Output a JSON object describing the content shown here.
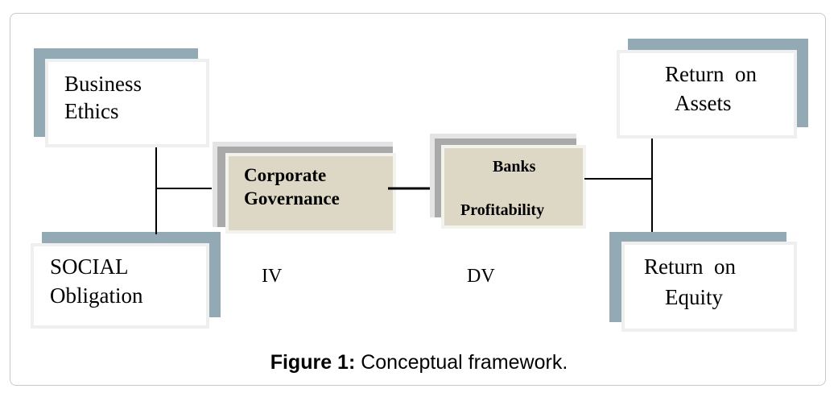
{
  "boxes": {
    "business_ethics": {
      "line1": "Business",
      "line2": "Ethics"
    },
    "social_obligation": {
      "line1": "SOCIAL",
      "line2": "Obligation"
    },
    "corporate_governance": {
      "line1": "Corporate",
      "line2": "Governance"
    },
    "banks_profitability": {
      "line1": "Banks",
      "line2": "Profitability"
    },
    "return_on_assets": {
      "line1": "Return  on",
      "line2": "Assets"
    },
    "return_on_equity": {
      "line1": "Return  on",
      "line2": "Equity"
    }
  },
  "labels": {
    "iv": "IV",
    "dv": "DV"
  },
  "caption": {
    "prefix": "Figure 1:",
    "text": " Conceptual framework."
  },
  "colors": {
    "shadow_blue": "#93aab4",
    "box_beige": "#ddd8c6",
    "border": "#c9c9c9"
  }
}
